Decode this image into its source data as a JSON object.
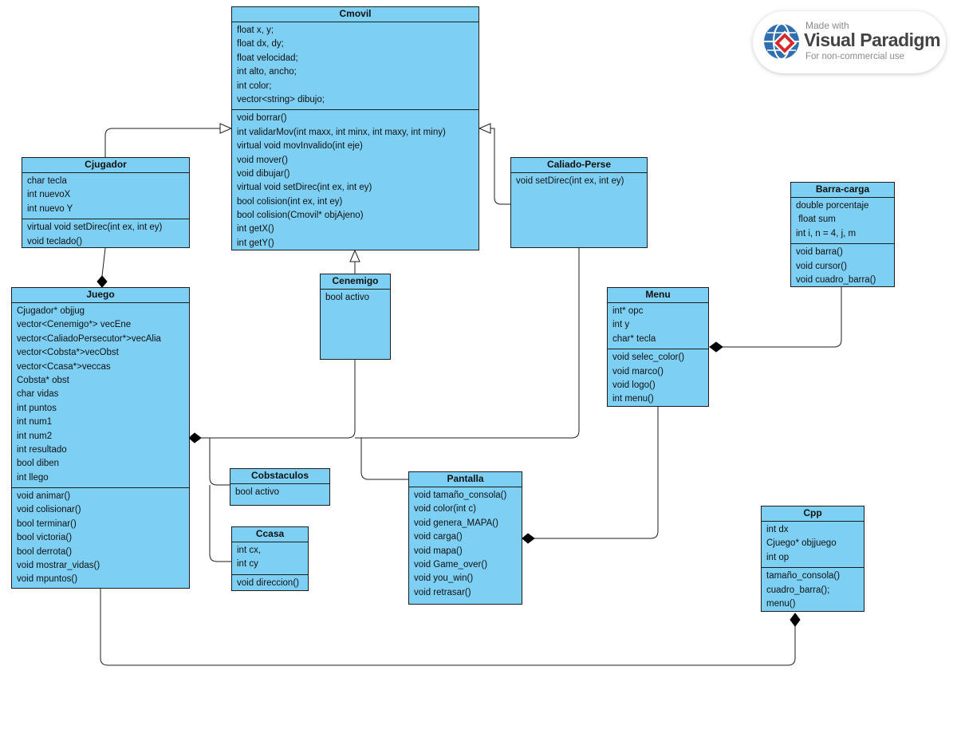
{
  "watermark": {
    "made_with": "Made with",
    "brand": "Visual Paradigm",
    "subtitle": "For non-commercial use",
    "colors": {
      "globe": "#2f6fb0",
      "diamond": "#d62a2a",
      "text": "#444444"
    }
  },
  "colors": {
    "class_fill": "#7ecff4",
    "stroke": "#1c1c1c"
  },
  "classes": {
    "cmovil": {
      "name": "Cmovil",
      "attributes": [
        "float x, y;",
        "float dx, dy;",
        "float velocidad;",
        "int alto, ancho;",
        "int color;",
        "vector<string> dibujo;"
      ],
      "operations": [
        "void borrar()",
        "int validarMov(int maxx, int minx, int maxy, int miny)",
        "virtual void movInvalido(int eje)",
        "void mover()",
        "void dibujar()",
        "virtual void setDirec(int ex, int ey)",
        "bool colision(int ex, int ey)",
        "bool colision(Cmovil* objAjeno)",
        "int getX()",
        "int getY()"
      ]
    },
    "cjugador": {
      "name": "Cjugador",
      "attributes": [
        "char tecla",
        "int nuevoX",
        "int nuevo Y"
      ],
      "operations": [
        "virtual void setDirec(int ex, int ey)",
        "void teclado()"
      ]
    },
    "caliado": {
      "name": "Caliado-Perse",
      "attributes": [],
      "operations": [
        "void setDirec(int ex, int ey)"
      ]
    },
    "cenemigo": {
      "name": "Cenemigo",
      "attributes": [
        "bool activo"
      ],
      "operations": []
    },
    "juego": {
      "name": "Juego",
      "attributes": [
        "Cjugador* objjug",
        "vector<Cenemigo*> vecEne",
        "vector<CaliadoPersecutor*>vecAlia",
        "vector<Cobsta*>vecObst",
        "vector<Ccasa*>veccas",
        "Cobsta* obst",
        "char vidas",
        "int puntos",
        "int num1",
        "int num2",
        "int resultado",
        "bool diben",
        "int llego"
      ],
      "operations": [
        "void animar()",
        "void colisionar()",
        "bool terminar()",
        "bool victoria()",
        "bool derrota()",
        "void mostrar_vidas()",
        "void mpuntos()"
      ]
    },
    "cobstaculos": {
      "name": "Cobstaculos",
      "attributes": [
        "bool activo"
      ],
      "operations": []
    },
    "ccasa": {
      "name": "Ccasa",
      "attributes": [
        "int cx,",
        "int cy"
      ],
      "operations": [
        "void direccion()"
      ]
    },
    "pantalla": {
      "name": "Pantalla",
      "attributes": [],
      "operations": [
        "void tamaño_consola()",
        "void color(int c)",
        "void genera_MAPA()",
        "void carga()",
        "void mapa()",
        "void Game_over()",
        "void you_win()",
        "void retrasar()"
      ]
    },
    "menu": {
      "name": "Menu",
      "attributes": [
        "int* opc",
        "int y",
        "char* tecla"
      ],
      "operations": [
        "void selec_color()",
        "void marco()",
        "void logo()",
        "int menu()"
      ]
    },
    "barra": {
      "name": "Barra-carga",
      "attributes": [
        "double porcentaje",
        " float sum",
        "int i, n = 4, j, m"
      ],
      "operations": [
        "void barra()",
        "void cursor()",
        "void cuadro_barra()"
      ]
    },
    "cpp": {
      "name": "Cpp",
      "attributes": [
        "int dx",
        "Cjuego* objjuego",
        "int op"
      ],
      "operations": [
        "tamaño_consola()",
        "cuadro_barra();",
        "menu()"
      ]
    }
  },
  "relationships": [
    {
      "from": "cjugador",
      "to": "cmovil",
      "type": "generalization"
    },
    {
      "from": "caliado",
      "to": "cmovil",
      "type": "generalization"
    },
    {
      "from": "cenemigo",
      "to": "cmovil",
      "type": "generalization"
    },
    {
      "from": "cjugador",
      "to": "juego",
      "type": "composition"
    },
    {
      "from": "cenemigo",
      "to": "juego",
      "type": "composition"
    },
    {
      "from": "caliado",
      "to": "juego",
      "type": "composition"
    },
    {
      "from": "cobstaculos",
      "to": "juego",
      "type": "composition"
    },
    {
      "from": "ccasa",
      "to": "juego",
      "type": "composition"
    },
    {
      "from": "pantalla",
      "to": "juego",
      "type": "composition"
    },
    {
      "from": "menu",
      "to": "pantalla",
      "type": "composition"
    },
    {
      "from": "barra",
      "to": "menu",
      "type": "composition"
    },
    {
      "from": "juego",
      "to": "cpp",
      "type": "composition"
    }
  ]
}
